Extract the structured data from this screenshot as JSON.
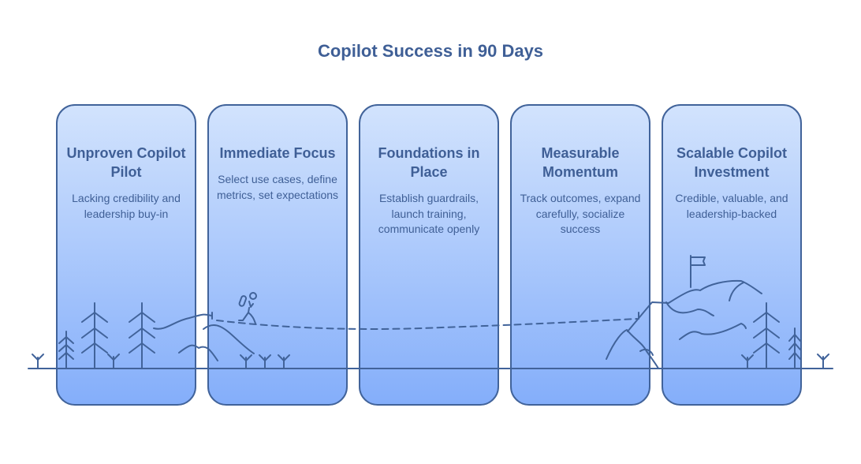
{
  "title": "Copilot Success in 90 Days",
  "stages": [
    {
      "heading": "Unproven Copilot Pilot",
      "description": "Lacking credibility and leadership buy-in"
    },
    {
      "heading": "Immediate Focus",
      "description": "Select use cases, define metrics, set expectations"
    },
    {
      "heading": "Foundations in Place",
      "description": "Establish guardrails, launch training, communicate openly"
    },
    {
      "heading": "Measurable Momentum",
      "description": "Track outcomes, expand carefully, socialize success"
    },
    {
      "heading": "Scalable Copilot Investment",
      "description": "Credible, valuable, and leadership-backed"
    }
  ],
  "colors": {
    "stroke": "#41639a",
    "text": "#3f5f96",
    "panel_top": "#d2e3fd",
    "panel_bottom": "#84aefa"
  }
}
